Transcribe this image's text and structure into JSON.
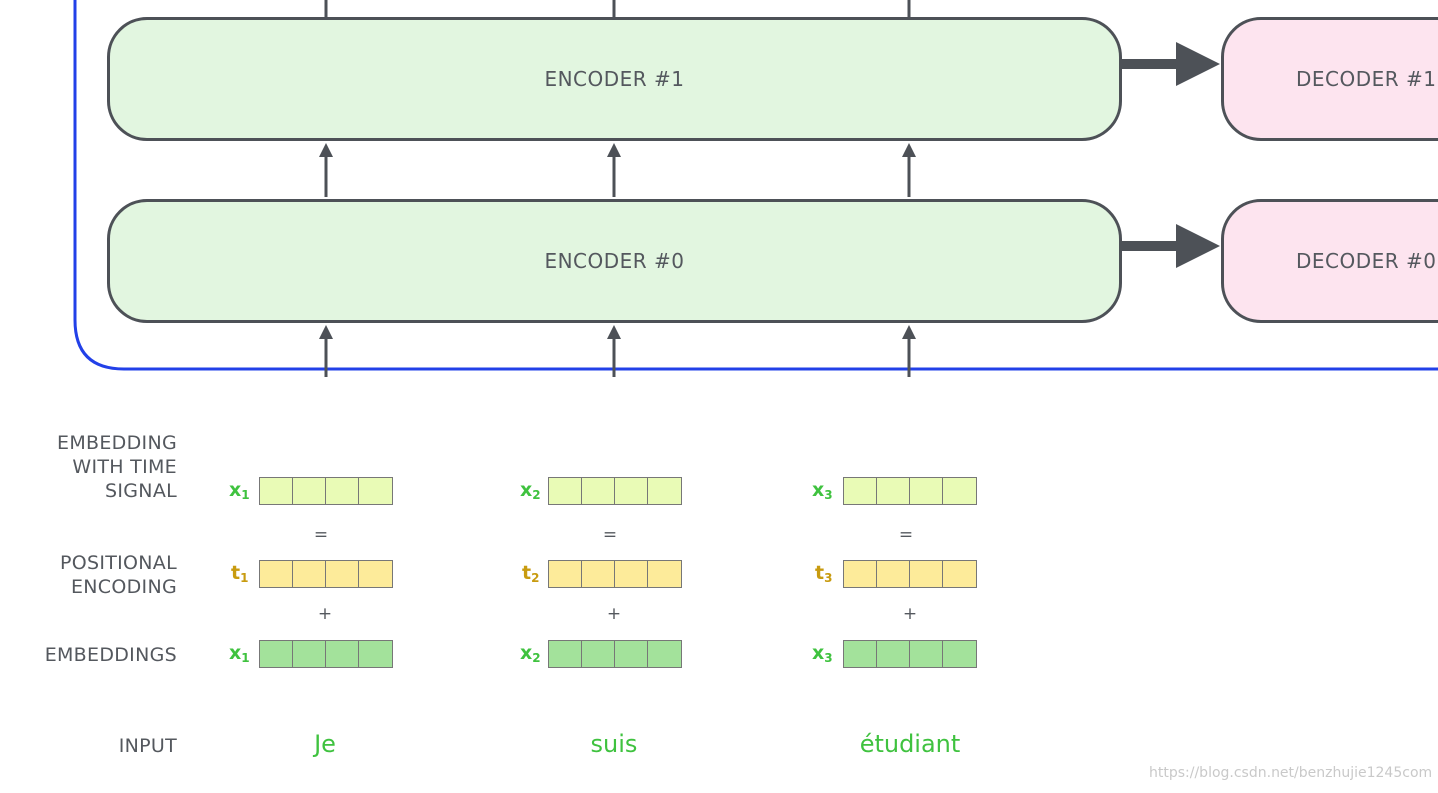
{
  "colors": {
    "frame_blue": "#2240e8",
    "arrow_gray": "#4d5157",
    "encoder_fill": "#e2f6e0",
    "decoder_fill": "#fde4ef",
    "time_signal_fill": "#e9fbb6",
    "positional_fill": "#fdeb9a",
    "embedding_fill": "#a3e29b",
    "green_text": "#3fc23f",
    "gold_text": "#c89b10"
  },
  "encoders": [
    {
      "label": "ENCODER #1"
    },
    {
      "label": "ENCODER #0"
    }
  ],
  "decoders": [
    {
      "label": "DECODER #1"
    },
    {
      "label": "DECODER #0"
    }
  ],
  "row_labels": {
    "time_signal": [
      "EMBEDDING",
      "WITH TIME",
      "SIGNAL"
    ],
    "positional": [
      "POSITIONAL",
      "ENCODING"
    ],
    "embeddings": "EMBEDDINGS",
    "input": "INPUT"
  },
  "operators": {
    "equals": "=",
    "plus": "+"
  },
  "columns": [
    {
      "word": "Je",
      "x_base": "x",
      "x_sub": "1",
      "t_base": "t",
      "t_sub": "1"
    },
    {
      "word": "suis",
      "x_base": "x",
      "x_sub": "2",
      "t_base": "t",
      "t_sub": "2"
    },
    {
      "word": "étudiant",
      "x_base": "x",
      "x_sub": "3",
      "t_base": "t",
      "t_sub": "3"
    }
  ],
  "watermark": "https://blog.csdn.net/benzhujie1245com"
}
